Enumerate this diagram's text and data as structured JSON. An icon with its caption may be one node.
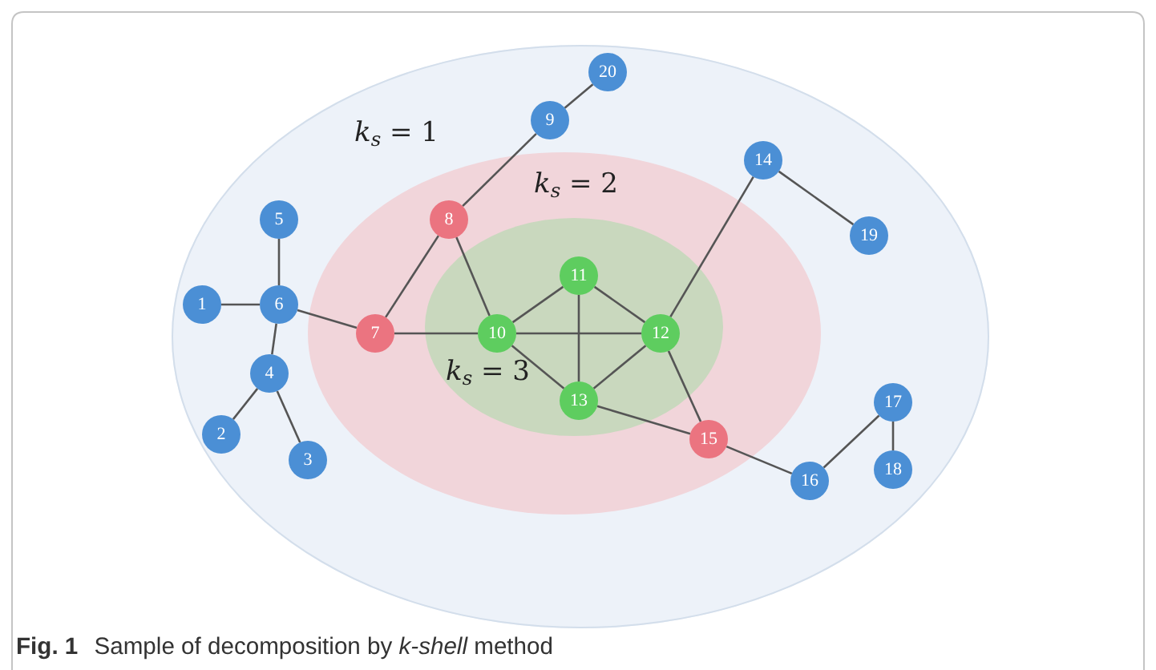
{
  "diagram": {
    "caption": "**Fig. 1** Sample of decomposition by *k-shell* method",
    "nodes": [
      {
        "text": [
          "*k*$_{s}$ = 1"
        ]
      },
      {
        "text": [
          "*k*$_{s}$ = 2"
        ],
        "in": 0
      },
      {
        "text": [
          "*k*$_{s}$ = 3"
        ],
        "in": 1
      },
      {
        "text": [
          "1"
        ],
        "in": 0
      },
      {
        "text": [
          "2"
        ],
        "in": 0
      },
      {
        "text": [
          "3"
        ],
        "in": 0
      },
      {
        "text": [
          "4"
        ],
        "in": 0
      },
      {
        "text": [
          "5"
        ],
        "in": 0
      },
      {
        "text": [
          "6"
        ],
        "in": 0
      },
      {
        "text": [
          "7"
        ],
        "in": 1
      },
      {
        "text": [
          "8"
        ],
        "in": 1
      },
      {
        "text": [
          "9"
        ],
        "in": 0
      },
      {
        "text": [
          "10"
        ],
        "in": 2
      },
      {
        "text": [
          "11"
        ],
        "in": 2
      },
      {
        "text": [
          "12"
        ],
        "in": 2
      },
      {
        "text": [
          "13"
        ],
        "in": 2
      },
      {
        "text": [
          "14"
        ],
        "in": 0
      },
      {
        "text": [
          "15"
        ],
        "in": 1
      },
      {
        "text": [
          "16"
        ],
        "in": 0
      },
      {
        "text": [
          "17"
        ],
        "in": 0
      },
      {
        "text": [
          "18"
        ],
        "in": 0
      },
      {
        "text": [
          "19"
        ],
        "in": 0
      },
      {
        "text": [
          "20"
        ],
        "in": 0
      }
    ],
    "edges": [
      {
        "from": 3,
        "to": 8,
        "arrow": "none"
      },
      {
        "from": 7,
        "to": 8,
        "arrow": "none"
      },
      {
        "from": 8,
        "to": 6,
        "arrow": "none"
      },
      {
        "from": 6,
        "to": 4,
        "arrow": "none"
      },
      {
        "from": 6,
        "to": 5,
        "arrow": "none"
      },
      {
        "from": 8,
        "to": 9,
        "arrow": "none"
      },
      {
        "from": 9,
        "to": 10,
        "arrow": "none"
      },
      {
        "from": 10,
        "to": 11,
        "arrow": "none"
      },
      {
        "from": 11,
        "to": 22,
        "arrow": "none"
      },
      {
        "from": 10,
        "to": 12,
        "arrow": "none"
      },
      {
        "from": 9,
        "to": 12,
        "arrow": "none"
      },
      {
        "from": 12,
        "to": 13,
        "arrow": "none"
      },
      {
        "from": 12,
        "to": 14,
        "arrow": "none"
      },
      {
        "from": 12,
        "to": 15,
        "arrow": "none"
      },
      {
        "from": 13,
        "to": 14,
        "arrow": "none"
      },
      {
        "from": 13,
        "to": 15,
        "arrow": "none"
      },
      {
        "from": 14,
        "to": 15,
        "arrow": "none"
      },
      {
        "from": 14,
        "to": 16,
        "arrow": "none"
      },
      {
        "from": 16,
        "to": 21,
        "arrow": "none"
      },
      {
        "from": 14,
        "to": 17,
        "arrow": "none"
      },
      {
        "from": 15,
        "to": 17,
        "arrow": "none"
      },
      {
        "from": 17,
        "to": 18,
        "arrow": "none"
      },
      {
        "from": 18,
        "to": 19,
        "arrow": "none"
      },
      {
        "from": 19,
        "to": 20,
        "arrow": "none"
      }
    ]
  }
}
